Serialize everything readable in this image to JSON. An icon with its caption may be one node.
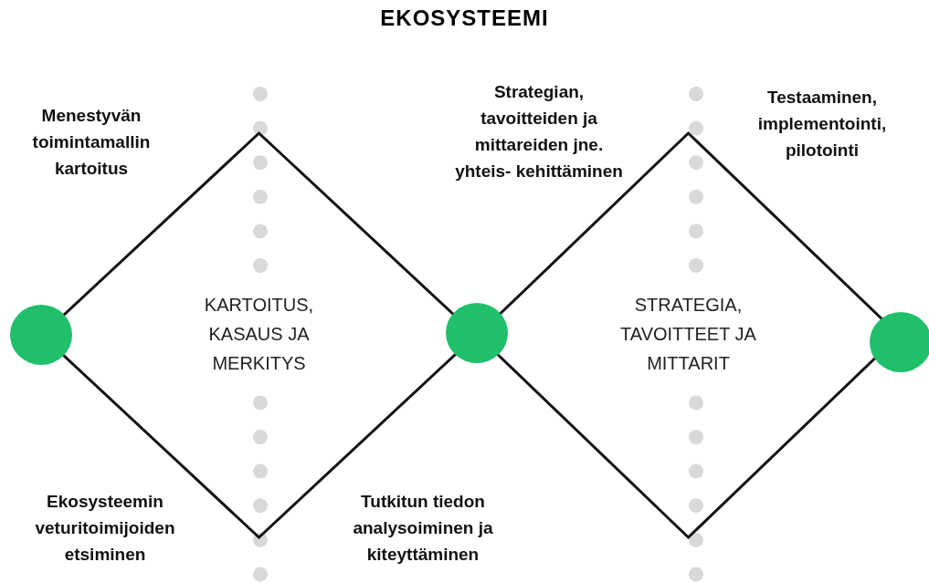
{
  "diagram": {
    "title": "EKOSYSTEEMI",
    "nodes": [
      {
        "text": [],
        "shape": "circle"
      },
      {
        "text": [
          "KARTOITUS, KASAUS JA MERKITYS"
        ]
      },
      {
        "text": [],
        "shape": "circle"
      },
      {
        "text": [
          "STRATEGIA, TAVOITTEET JA MITTARIT"
        ]
      },
      {
        "text": [],
        "shape": "circle"
      }
    ],
    "edges": [],
    "labels": [
      "Menestyvän toimintamallin kartoitus",
      "Strategian, tavoitteiden ja mittareiden jne. yhteis- kehittäminen",
      "Testaaminen, implementointi, pilotointi",
      "Ekosysteemin veturitoimijoiden etsiminen",
      "Tutkitun tiedon analysoiminen ja kiteyttäminen"
    ]
  }
}
